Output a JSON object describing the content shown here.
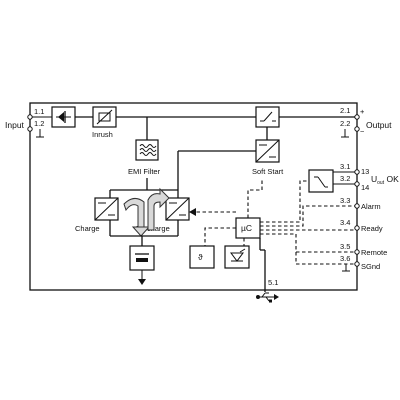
{
  "colors": {
    "stroke": "#111111",
    "background": "#ffffff",
    "grey_fill": "#d9d9d9"
  },
  "labels": {
    "input": "Input",
    "output": "Output",
    "inrush": "Inrush",
    "emi_filter": "EMI Filter",
    "soft_start": "Soft Start",
    "charge": "Charge",
    "discharge": "Discharge",
    "mu_c": "µC",
    "alarm": "Alarm",
    "ready": "Ready",
    "remote": "Remote",
    "sgnd": "SGnd",
    "u_ok_main": "U",
    "u_ok_sub": "out",
    "u_ok_tail": " OK",
    "pin_13": "13",
    "pin_14": "14"
  },
  "terminals": {
    "t1_1": "1.1",
    "t1_2": "1.2",
    "t2_1": "2.1",
    "t2_2": "2.2",
    "t3_1": "3.1",
    "t3_2": "3.2",
    "t3_3": "3.3",
    "t3_4": "3.4",
    "t3_5": "3.5",
    "t3_6": "3.6",
    "t5_1": "5.1"
  },
  "icons": [
    "rectifier-diode-icon",
    "inrush-resistor-icon",
    "emi-filter-icon",
    "soft-start-switch-icon",
    "dc-dc-converter-icon",
    "battery-icon",
    "temperature-sensor-icon",
    "led-indicator-icon",
    "relay-contact-icon",
    "usb-icon",
    "ground-icon"
  ]
}
